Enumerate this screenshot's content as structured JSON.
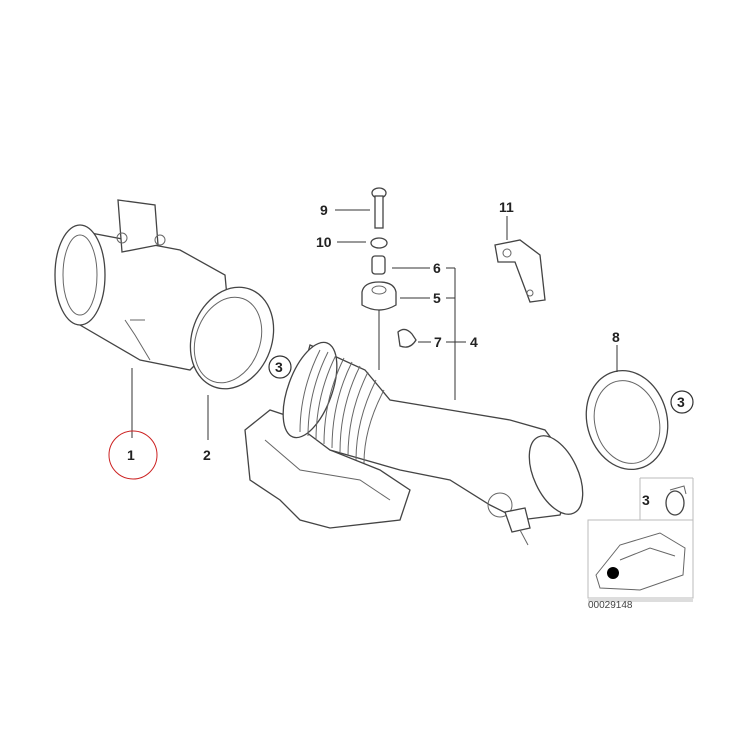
{
  "diagram": {
    "callouts": {
      "p1": "1",
      "p2": "2",
      "p3a": "3",
      "p3b": "3",
      "p3c": "3",
      "p4": "4",
      "p5": "5",
      "p6": "6",
      "p7": "7",
      "p8": "8",
      "p9": "9",
      "p10": "10",
      "p11": "11"
    },
    "reference_number": "00029148",
    "highlight_color": "#cc2222",
    "highlighted_callout": "1"
  }
}
